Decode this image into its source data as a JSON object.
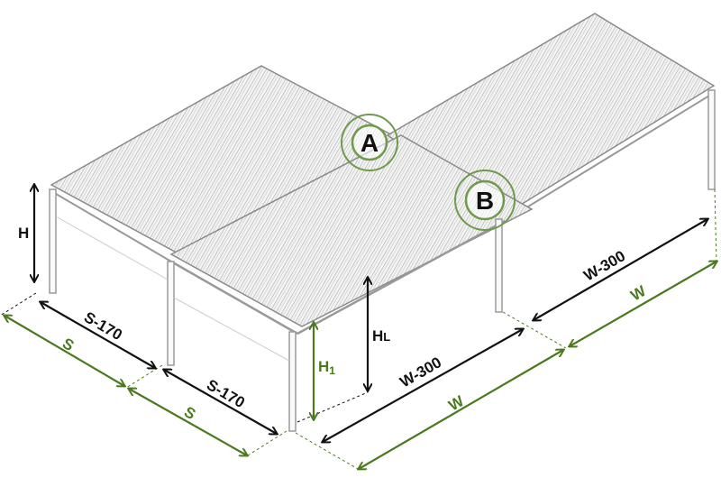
{
  "colors": {
    "accent_green": "#4a7a1e",
    "dimension_black": "#111111",
    "structure_gray": "#9a9a9a"
  },
  "labels": {
    "H": "H",
    "H1": "H",
    "H1_sub": "1",
    "HL": "H",
    "HL_sub": "L",
    "S_minus_170_a": "S-170",
    "S_minus_170_b": "S-170",
    "S_a": "S",
    "S_b": "S",
    "W_minus_300_a": "W-300",
    "W_minus_300_b": "W-300",
    "W_a": "W",
    "W_b": "W"
  },
  "markers": {
    "A": "A",
    "B": "B"
  }
}
